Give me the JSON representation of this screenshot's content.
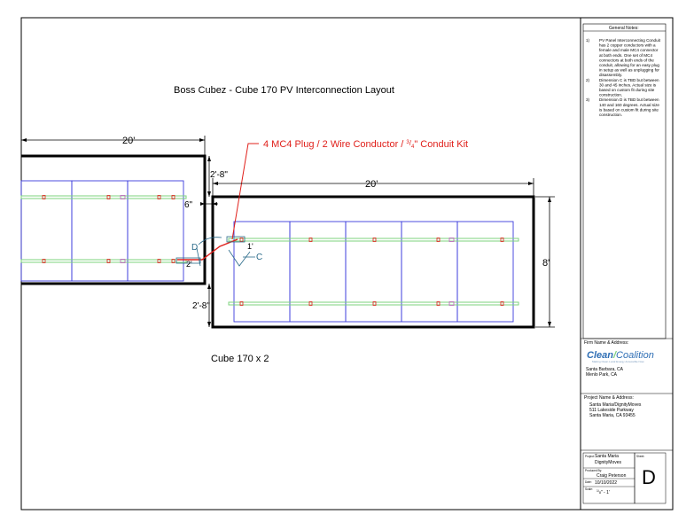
{
  "drawing": {
    "title": "Boss Cubez - Cube 170 PV Interconnection Layout",
    "subtitle": "Cube 170 x 2",
    "callout_label": "4 MC4 Plug / 2 Wire Conductor / ",
    "callout_fraction_num": "3",
    "callout_fraction_den": "4",
    "callout_suffix": "\" Conduit Kit",
    "callout_color": "#e0201b",
    "dimensions": {
      "left_length": "20'",
      "right_length": "20'",
      "right_width": "8'",
      "vertical_offset_top": "2'-8\"",
      "vertical_offset_bottom": "2'-8\"",
      "gap": "6\"",
      "d_label": "D",
      "c_label": "C",
      "one_ft": "1'",
      "two_ft": "2'"
    },
    "colors": {
      "panel_outline": "#3b3bdc",
      "rail": "#7ed37e",
      "container": "#000000",
      "connector": "#e0201b",
      "dimension_line": "#2b6b8a"
    }
  },
  "notes": {
    "header": "General Notes:",
    "items": [
      {
        "num": "1)",
        "lines": [
          "PV Panel Interconnecting Conduit",
          "has 2 copper conductors with a",
          "female and male MC4 connector",
          "at both ends. One set of MC4",
          "connectors at both ends of the",
          "conduit, allowing for an easy plug",
          "in setup as well as unplugging for",
          "disassembly."
        ]
      },
      {
        "num": "2)",
        "lines": [
          "Dimension C is TBD but between",
          "30 and 45 inches. Actual size is",
          "based on custom fit during site",
          "construction."
        ]
      },
      {
        "num": "3)",
        "lines": [
          "Dimension D is TBD but between",
          "140 and 160 degrees. Actual size",
          "is based on custom fit during site",
          "construction."
        ]
      }
    ]
  },
  "firm": {
    "label": "Firm Name & Address:",
    "logo_clean": "Clean",
    "logo_coalition": "Coalition",
    "logo_tagline": "Making Clean Local Energy Accessible Now",
    "logo_color": "#2f6fb5",
    "address": [
      "Santa Barbara, CA",
      "Menlo Park, CA"
    ]
  },
  "project": {
    "label": "Project Name & Address:",
    "lines": [
      "Santa Maria/DignityMoves",
      "511 Lakeside Parkway",
      "Santa Maria, CA 93455"
    ]
  },
  "title_block": {
    "project_field_label": "Project:",
    "project_value_1": "Santa Maria",
    "project_value_2": "DignityMoves",
    "produced_label": "Produced By:",
    "produced_value": "Craig Peterson",
    "date_label": "Date:",
    "date_value": "10/10/2022",
    "scale_label": "Scale:",
    "scale_num": "1",
    "scale_den": "8",
    "scale_suffix": "\" - 1'",
    "sheet_label": "Sheet:",
    "sheet_value": "D"
  }
}
